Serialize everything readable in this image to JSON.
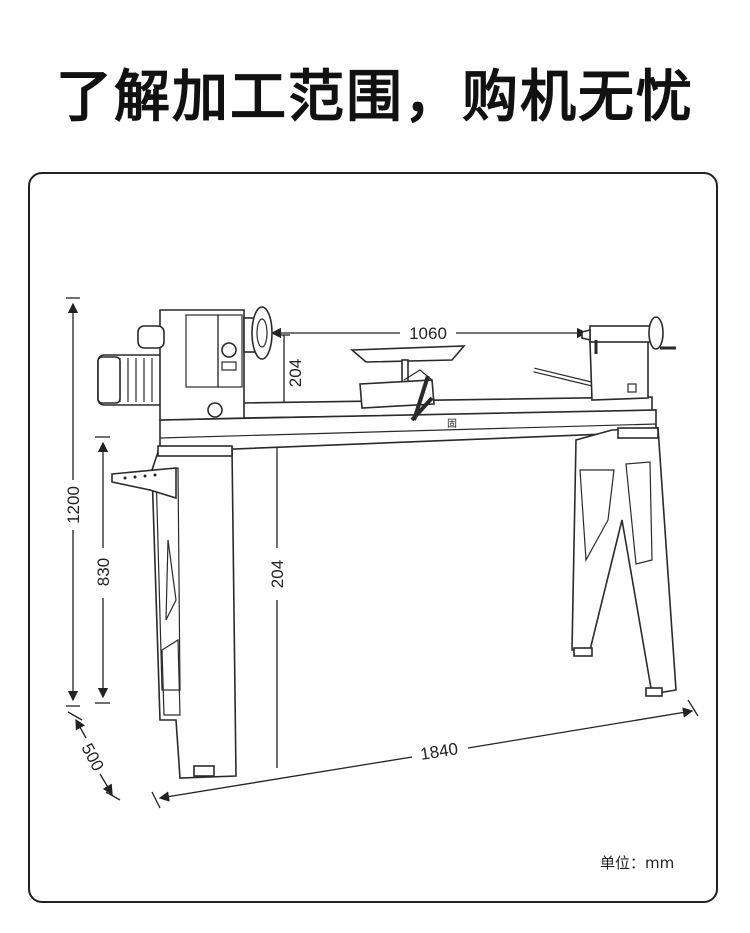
{
  "headline": "了解加工范围，购机无忧",
  "units_label": "单位：mm",
  "brand_badge": "固",
  "dimensions": {
    "spindle_length": "1060",
    "center_height": "204",
    "bed_height": "204",
    "total_height": "1200",
    "leg_height": "830",
    "depth": "500",
    "total_length": "1840"
  }
}
